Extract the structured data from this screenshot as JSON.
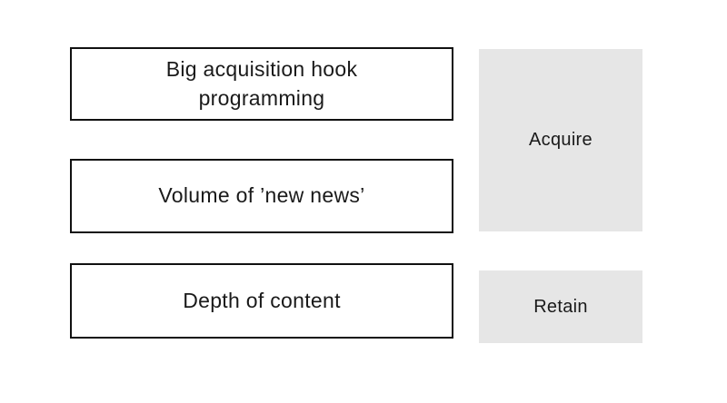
{
  "diagram": {
    "colors": {
      "background": "#ffffff",
      "factor_box_fill": "#ffffff",
      "factor_box_border": "#111111",
      "category_box_fill": "#e6e6e6",
      "text": "#1a1a1a"
    },
    "factor_boxes": [
      {
        "label": "Big acquisition hook\nprogramming"
      },
      {
        "label": "Volume of ’new news’"
      },
      {
        "label": "Depth of content"
      }
    ],
    "category_boxes": [
      {
        "label": "Acquire"
      },
      {
        "label": "Retain"
      }
    ]
  }
}
